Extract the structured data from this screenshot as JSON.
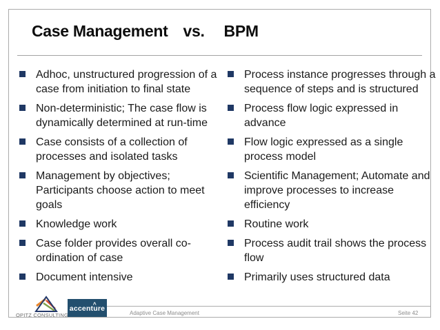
{
  "slide": {
    "title": {
      "left": "Case Management",
      "middle": "vs.",
      "right": "BPM"
    },
    "columns": {
      "left": {
        "items": [
          "Adhoc, unstructured progression of a\ncase from initiation to final state",
          "Non-deterministic; The case flow is\ndynamically determined at run-time",
          "Case consists of a collection of\nprocesses and isolated tasks",
          "Management by objectives;\nParticipants choose action to meet\ngoals",
          "Knowledge work",
          "Case folder provides overall co-\nordination of case",
          "Document intensive"
        ]
      },
      "right": {
        "items": [
          "Process instance progresses through a\nsequence of steps and is structured",
          "Process flow logic expressed in\nadvance",
          "Flow logic expressed as a single\nprocess model",
          "Scientific Management; Automate and\nimprove processes to increase\nefficiency",
          "Routine work",
          "Process audit trail shows the process\nflow",
          "Primarily uses structured data"
        ]
      }
    },
    "footer": {
      "opitz_label": "OPITZ CONSULTING",
      "accenture_label": "accenture",
      "accenture_accent": ">",
      "caption": "Adaptive Case Management",
      "page": "Seite 42"
    },
    "colors": {
      "bullet_square": "#1F3864",
      "accenture_box": "#234F6E",
      "frame_border": "#ABABAB"
    }
  }
}
